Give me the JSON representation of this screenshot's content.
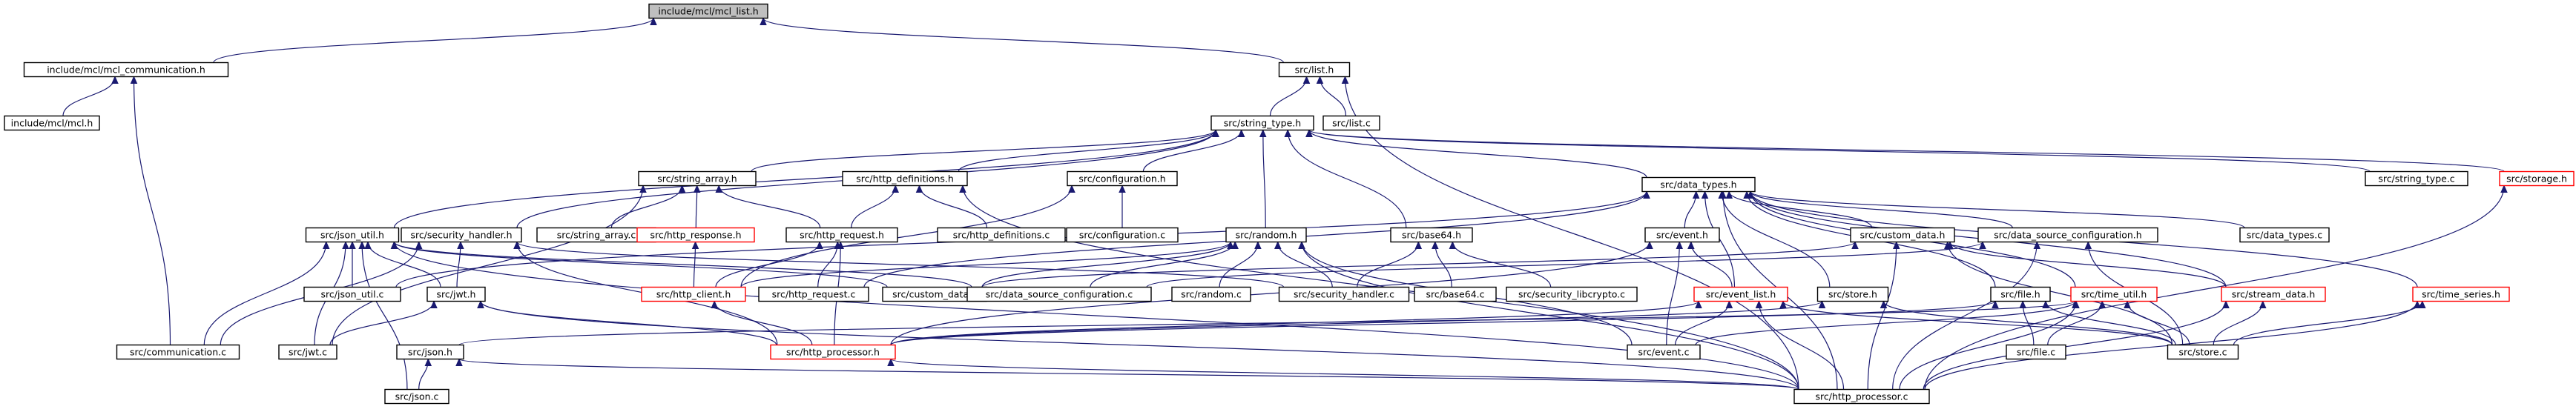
{
  "graph": {
    "colors": {
      "edge": "#191970",
      "node_border": "#000000",
      "node_border_incomplete": "#ff0000",
      "root_fill": "#bfbfbf",
      "node_fill": "#ffffff"
    },
    "nodes": [
      {
        "id": "mcl_list_h",
        "label": "include/mcl/mcl_list.h",
        "style": "root"
      },
      {
        "id": "mcl_comm_h",
        "label": "include/mcl/mcl_communication.h",
        "style": "normal"
      },
      {
        "id": "list_h",
        "label": "src/list.h",
        "style": "normal"
      },
      {
        "id": "mcl_h",
        "label": "include/mcl/mcl.h",
        "style": "normal"
      },
      {
        "id": "string_type_h",
        "label": "src/string_type.h",
        "style": "normal"
      },
      {
        "id": "list_c",
        "label": "src/list.c",
        "style": "normal"
      },
      {
        "id": "string_array_h",
        "label": "src/string_array.h",
        "style": "normal"
      },
      {
        "id": "http_definitions_h",
        "label": "src/http_definitions.h",
        "style": "normal"
      },
      {
        "id": "configuration_h",
        "label": "src/configuration.h",
        "style": "normal"
      },
      {
        "id": "data_types_h",
        "label": "src/data_types.h",
        "style": "normal"
      },
      {
        "id": "string_type_c",
        "label": "src/string_type.c",
        "style": "normal"
      },
      {
        "id": "storage_h",
        "label": "src/storage.h",
        "style": "incomplete"
      },
      {
        "id": "json_util_h",
        "label": "src/json_util.h",
        "style": "normal"
      },
      {
        "id": "security_handler_h",
        "label": "src/security_handler.h",
        "style": "normal"
      },
      {
        "id": "string_array_c",
        "label": "src/string_array.c",
        "style": "normal"
      },
      {
        "id": "http_response_h",
        "label": "src/http_response.h",
        "style": "incomplete"
      },
      {
        "id": "http_request_h",
        "label": "src/http_request.h",
        "style": "normal"
      },
      {
        "id": "http_definitions_c",
        "label": "src/http_definitions.c",
        "style": "normal"
      },
      {
        "id": "configuration_c",
        "label": "src/configuration.c",
        "style": "normal"
      },
      {
        "id": "random_h",
        "label": "src/random.h",
        "style": "normal"
      },
      {
        "id": "base64_h",
        "label": "src/base64.h",
        "style": "normal"
      },
      {
        "id": "event_h",
        "label": "src/event.h",
        "style": "normal"
      },
      {
        "id": "custom_data_h",
        "label": "src/custom_data.h",
        "style": "normal"
      },
      {
        "id": "data_source_configuration_h",
        "label": "src/data_source_configuration.h",
        "style": "normal"
      },
      {
        "id": "data_types_c",
        "label": "src/data_types.c",
        "style": "normal"
      },
      {
        "id": "time_series_h",
        "label": "src/time_series.h",
        "style": "incomplete"
      },
      {
        "id": "json_util_c",
        "label": "src/json_util.c",
        "style": "normal"
      },
      {
        "id": "jwt_h",
        "label": "src/jwt.h",
        "style": "normal"
      },
      {
        "id": "http_client_h",
        "label": "src/http_client.h",
        "style": "incomplete"
      },
      {
        "id": "http_request_c",
        "label": "src/http_request.c",
        "style": "normal"
      },
      {
        "id": "custom_data_c",
        "label": "src/custom_data.c",
        "style": "normal"
      },
      {
        "id": "data_source_configuration_c",
        "label": "src/data_source_configuration.c",
        "style": "normal"
      },
      {
        "id": "random_c",
        "label": "src/random.c",
        "style": "normal"
      },
      {
        "id": "security_handler_c",
        "label": "src/security_handler.c",
        "style": "normal"
      },
      {
        "id": "base64_c",
        "label": "src/base64.c",
        "style": "normal"
      },
      {
        "id": "security_libcrypto_c",
        "label": "src/security_libcrypto.c",
        "style": "normal"
      },
      {
        "id": "event_list_h",
        "label": "src/event_list.h",
        "style": "incomplete"
      },
      {
        "id": "store_h",
        "label": "src/store.h",
        "style": "normal"
      },
      {
        "id": "file_h",
        "label": "src/file.h",
        "style": "normal"
      },
      {
        "id": "time_util_h",
        "label": "src/time_util.h",
        "style": "incomplete"
      },
      {
        "id": "stream_data_h",
        "label": "src/stream_data.h",
        "style": "incomplete"
      },
      {
        "id": "communication_c",
        "label": "src/communication.c",
        "style": "normal"
      },
      {
        "id": "jwt_c",
        "label": "src/jwt.c",
        "style": "normal"
      },
      {
        "id": "json_h",
        "label": "src/json.h",
        "style": "normal"
      },
      {
        "id": "http_processor_h",
        "label": "src/http_processor.h",
        "style": "incomplete"
      },
      {
        "id": "event_c",
        "label": "src/event.c",
        "style": "normal"
      },
      {
        "id": "file_c",
        "label": "src/file.c",
        "style": "normal"
      },
      {
        "id": "store_c",
        "label": "src/store.c",
        "style": "normal"
      },
      {
        "id": "json_c",
        "label": "src/json.c",
        "style": "normal"
      },
      {
        "id": "http_processor_c",
        "label": "src/http_processor.c",
        "style": "normal"
      }
    ],
    "edges": [
      [
        "mcl_list_h",
        "mcl_comm_h"
      ],
      [
        "mcl_list_h",
        "list_h"
      ],
      [
        "mcl_comm_h",
        "mcl_h"
      ],
      [
        "mcl_comm_h",
        "communication_c"
      ],
      [
        "list_h",
        "string_type_h"
      ],
      [
        "list_h",
        "list_c"
      ],
      [
        "list_h",
        "http_processor_c"
      ],
      [
        "string_type_h",
        "string_array_h"
      ],
      [
        "string_type_h",
        "http_definitions_h"
      ],
      [
        "string_type_h",
        "configuration_h"
      ],
      [
        "string_type_h",
        "data_types_h"
      ],
      [
        "string_type_h",
        "string_type_c"
      ],
      [
        "string_type_h",
        "storage_h"
      ],
      [
        "string_type_h",
        "json_util_h"
      ],
      [
        "string_type_h",
        "security_handler_h"
      ],
      [
        "string_type_h",
        "random_h"
      ],
      [
        "string_type_h",
        "base64_h"
      ],
      [
        "string_array_h",
        "string_array_c"
      ],
      [
        "string_array_h",
        "http_response_h"
      ],
      [
        "string_array_h",
        "http_request_h"
      ],
      [
        "string_array_h",
        "jwt_c"
      ],
      [
        "http_definitions_h",
        "http_request_h"
      ],
      [
        "http_definitions_h",
        "http_definitions_c"
      ],
      [
        "http_definitions_h",
        "http_processor_c"
      ],
      [
        "configuration_h",
        "configuration_c"
      ],
      [
        "configuration_h",
        "http_client_h"
      ],
      [
        "data_types_h",
        "event_h"
      ],
      [
        "data_types_h",
        "custom_data_h"
      ],
      [
        "data_types_h",
        "data_source_configuration_h"
      ],
      [
        "data_types_h",
        "data_types_c"
      ],
      [
        "data_types_h",
        "time_series_h"
      ],
      [
        "data_types_h",
        "event_list_h"
      ],
      [
        "data_types_h",
        "store_h"
      ],
      [
        "data_types_h",
        "file_h"
      ],
      [
        "data_types_h",
        "stream_data_h"
      ],
      [
        "data_types_h",
        "time_util_h"
      ],
      [
        "data_types_h",
        "http_request_c"
      ],
      [
        "data_types_h",
        "json_util_c"
      ],
      [
        "data_types_h",
        "http_processor_c"
      ],
      [
        "storage_h",
        "http_processor_c"
      ],
      [
        "json_util_h",
        "json_util_c"
      ],
      [
        "json_util_h",
        "jwt_h"
      ],
      [
        "json_util_h",
        "custom_data_c"
      ],
      [
        "json_util_h",
        "data_source_configuration_c"
      ],
      [
        "json_util_h",
        "communication_c"
      ],
      [
        "json_util_h",
        "json_c"
      ],
      [
        "json_util_h",
        "http_processor_c"
      ],
      [
        "json_util_h",
        "jwt_c"
      ],
      [
        "security_handler_h",
        "jwt_h"
      ],
      [
        "security_handler_h",
        "security_handler_c"
      ],
      [
        "security_handler_h",
        "http_processor_h"
      ],
      [
        "security_handler_h",
        "communication_c"
      ],
      [
        "http_response_h",
        "http_client_h"
      ],
      [
        "http_request_h",
        "http_client_h"
      ],
      [
        "http_request_h",
        "http_request_c"
      ],
      [
        "http_request_h",
        "http_processor_h"
      ],
      [
        "random_h",
        "random_c"
      ],
      [
        "random_h",
        "security_handler_c"
      ],
      [
        "random_h",
        "http_processor_c"
      ],
      [
        "random_h",
        "event_c"
      ],
      [
        "random_h",
        "data_source_configuration_c"
      ],
      [
        "random_h",
        "custom_data_c"
      ],
      [
        "random_h",
        "http_client_h"
      ],
      [
        "base64_h",
        "base64_c"
      ],
      [
        "base64_h",
        "security_libcrypto_c"
      ],
      [
        "base64_h",
        "security_handler_c"
      ],
      [
        "event_h",
        "event_list_h"
      ],
      [
        "event_h",
        "event_c"
      ],
      [
        "event_h",
        "http_processor_h"
      ],
      [
        "custom_data_h",
        "custom_data_c"
      ],
      [
        "custom_data_h",
        "store_c"
      ],
      [
        "custom_data_h",
        "http_processor_c"
      ],
      [
        "custom_data_h",
        "stream_data_h"
      ],
      [
        "data_source_configuration_h",
        "data_source_configuration_c"
      ],
      [
        "data_source_configuration_h",
        "store_c"
      ],
      [
        "data_source_configuration_h",
        "http_processor_c"
      ],
      [
        "time_series_h",
        "store_c"
      ],
      [
        "time_series_h",
        "http_processor_c"
      ],
      [
        "jwt_h",
        "jwt_c"
      ],
      [
        "jwt_h",
        "http_processor_h"
      ],
      [
        "jwt_h",
        "http_processor_c"
      ],
      [
        "http_client_h",
        "http_processor_h"
      ],
      [
        "event_list_h",
        "http_processor_h"
      ],
      [
        "event_list_h",
        "event_c"
      ],
      [
        "event_list_h",
        "store_c"
      ],
      [
        "event_list_h",
        "http_processor_c"
      ],
      [
        "store_h",
        "store_c"
      ],
      [
        "store_h",
        "http_processor_h"
      ],
      [
        "file_h",
        "file_c"
      ],
      [
        "file_h",
        "store_c"
      ],
      [
        "file_h",
        "http_processor_h"
      ],
      [
        "time_util_h",
        "file_c"
      ],
      [
        "time_util_h",
        "store_c"
      ],
      [
        "time_util_h",
        "event_c"
      ],
      [
        "time_util_h",
        "http_processor_c"
      ],
      [
        "time_util_h",
        "json_h"
      ],
      [
        "stream_data_h",
        "store_c"
      ],
      [
        "stream_data_h",
        "http_processor_c"
      ],
      [
        "json_h",
        "json_c"
      ],
      [
        "json_h",
        "http_processor_c"
      ],
      [
        "http_processor_h",
        "http_processor_c"
      ]
    ]
  }
}
